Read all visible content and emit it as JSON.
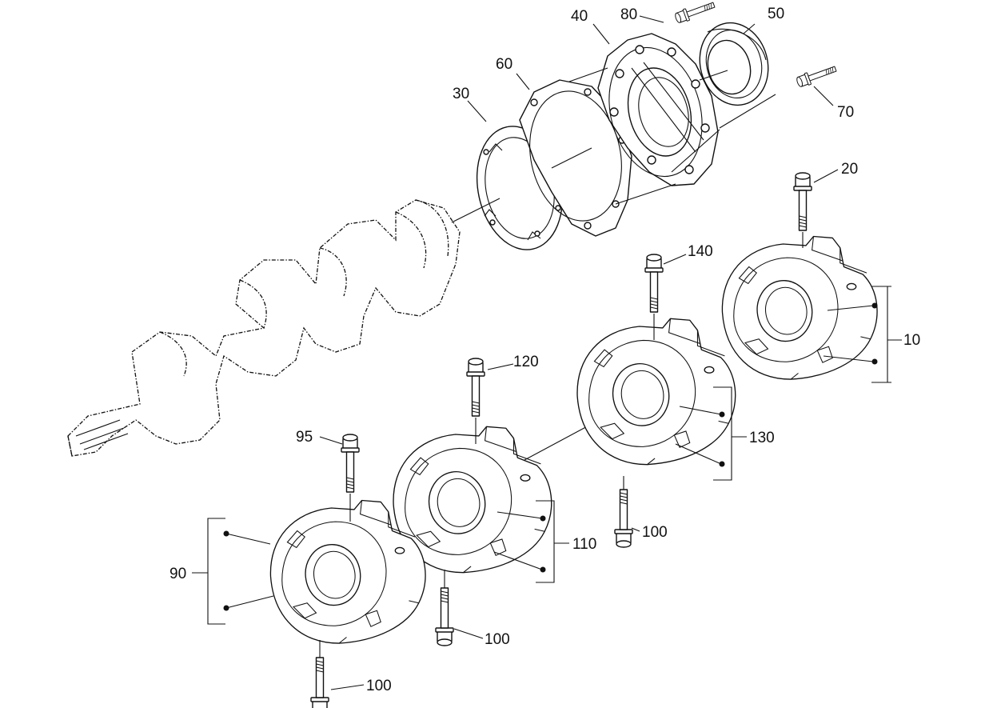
{
  "diagram": {
    "callouts": {
      "c10": "10",
      "c20": "20",
      "c30": "30",
      "c40": "40",
      "c50": "50",
      "c60": "60",
      "c70": "70",
      "c80": "80",
      "c90": "90",
      "c95": "95",
      "c100a": "100",
      "c100b": "100",
      "c100c": "100",
      "c110": "110",
      "c120": "120",
      "c130": "130",
      "c140": "140"
    }
  }
}
